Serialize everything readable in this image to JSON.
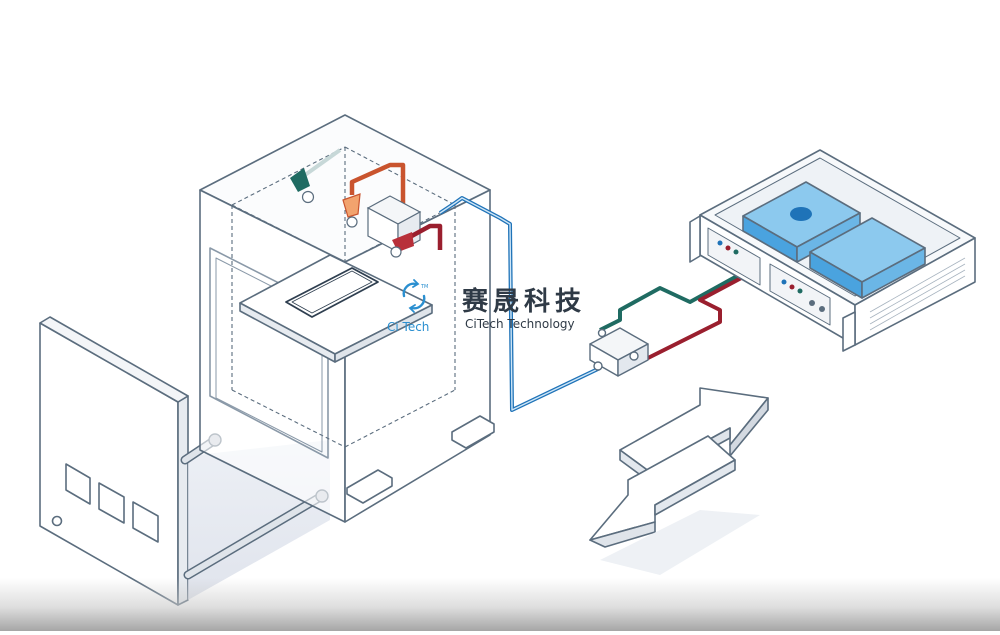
{
  "brand": {
    "name_zh": "赛晟科技",
    "name_en": "CiTech Technology",
    "logo_text": "Ci Tech",
    "logo_mark": "TM"
  },
  "colors": {
    "outline": "#5b6d7e",
    "blue_cable": "#1f73b8",
    "green_cable": "#1f6b62",
    "red_cable": "#9a1f2e",
    "orange_pipe": "#c9542e",
    "equipment_fill": "#4aa3df",
    "logo_blue": "#2a8fd0"
  },
  "icons": [
    "refresh-logo-icon",
    "double-arrow-icon"
  ]
}
